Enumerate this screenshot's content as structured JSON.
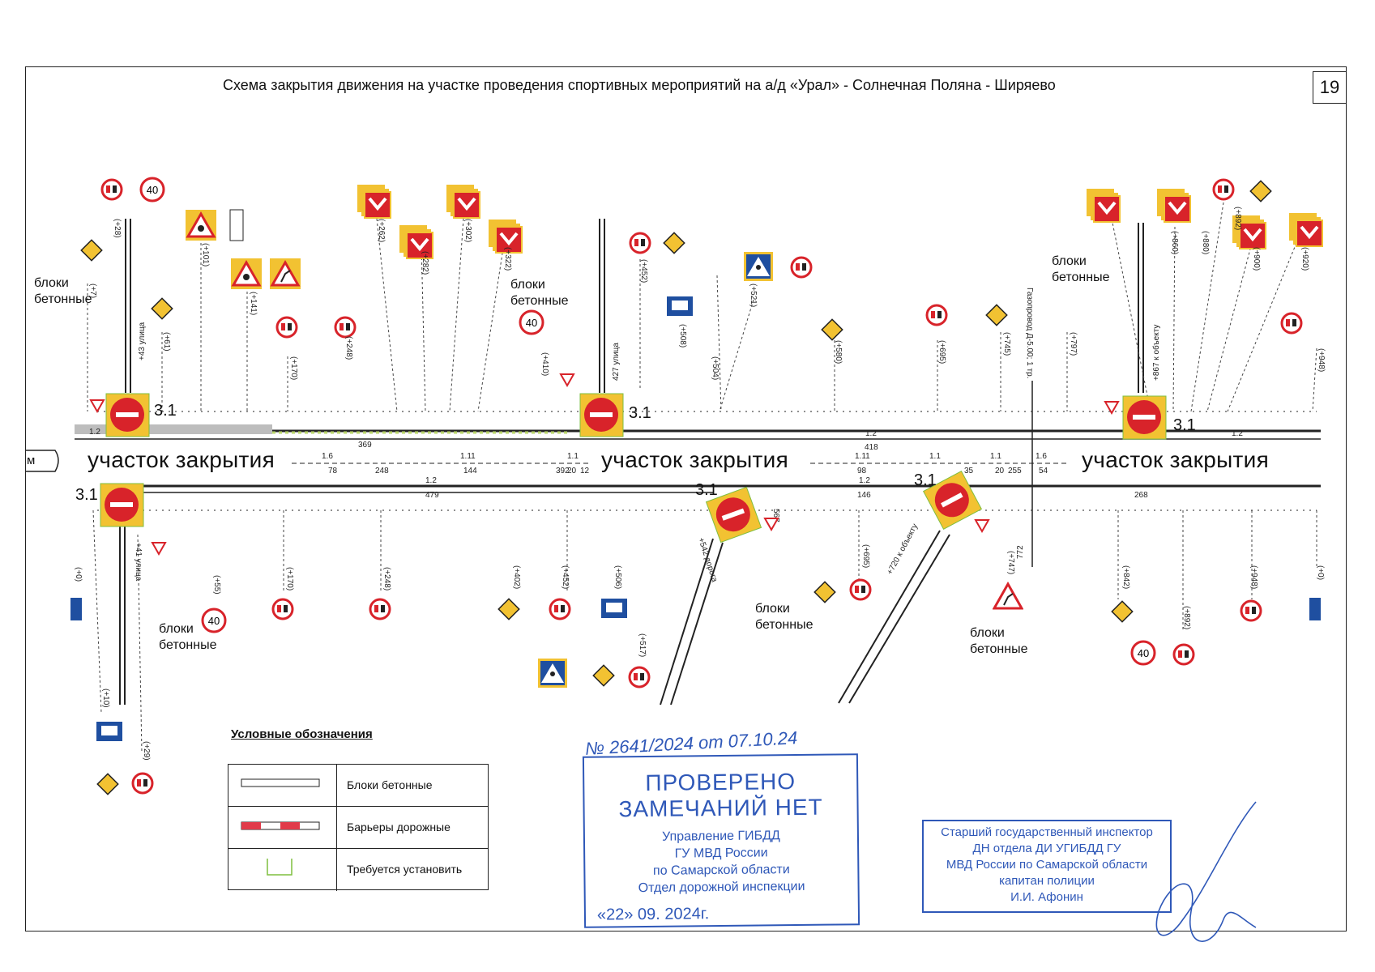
{
  "title": "Схема закрытия движения на участке проведения спортивных мероприятий на а/д  «Урал» - Солнечная Поляна - Ширяево",
  "page_number": "19",
  "closure_zone_label": "участок закрытия",
  "concrete_blocks_label": "блоки\nбетонные",
  "marking_3_1": "3.1",
  "left_edge_label": "м",
  "pipeline_label": "Газопровод Д-5.00; 1 тр.",
  "top_chainages": [
    "(+28)",
    "(+7)",
    "(+61)",
    "(+101)",
    "(+141)",
    "(+170)",
    "(+248)",
    "(+262)",
    "(+282)",
    "(+302)",
    "(+322)",
    "(+410)",
    "(+452)",
    "(+508)",
    "(+504)",
    "(+521)",
    "(+580)",
    "(+695)",
    "(+745)",
    "(+797)",
    "(+860)",
    "(+880)",
    "(+892)",
    "(+900)",
    "(+920)",
    "(+948)",
    "+43  улица",
    "427  улица",
    "+867  к объекту"
  ],
  "bottom_chainages": [
    "(+0)",
    "(+10)",
    "(+29)",
    "(+55)",
    "(+170)",
    "(+248)",
    "(+402)",
    "(+452)",
    "(+506)",
    "(+517)",
    "(+695)",
    "+720 к объекту",
    "(+747)",
    "(+842)",
    "(+892)",
    "(+948)",
    "(+0)",
    "+542  дорога",
    "+41  улица",
    "567",
    "772"
  ],
  "segment_lengths_top": [
    "369",
    "418"
  ],
  "segment_lengths_mid": [
    "78",
    "248",
    "144",
    "392",
    "20",
    "12",
    "98",
    "35",
    "20",
    "255",
    "54"
  ],
  "segment_lengths_bottom": [
    "479",
    "146",
    "268"
  ],
  "marking_codes": [
    "1.2",
    "1.6",
    "1.11",
    "1.1",
    "1.2",
    "1.11",
    "1.1",
    "1.1",
    "1.6",
    "1.2"
  ],
  "sign_codes": [
    "3.20",
    "3.24",
    "2.1",
    "1.23",
    "1.11",
    "8.2.1",
    "1.34.2",
    "2.4",
    "5.19.1",
    "5.19.2",
    "5.16",
    "3.13",
    "6.13"
  ],
  "speed_limit_value": "40",
  "legend": {
    "title": "Условные обозначения",
    "items": [
      "Блоки бетонные",
      "Барьеры дорожные",
      "Требуется установить"
    ]
  },
  "stamp": {
    "ref": "№ 2641/2024 от 07.10.24",
    "line1": "ПРОВЕРЕНО",
    "line2": "ЗАМЕЧАНИЙ НЕТ",
    "org": [
      "Управление ГИБДД",
      "ГУ МВД России",
      "по Самарской области",
      "Отдел дорожной инспекции"
    ],
    "date": "«22»  09.  2024г."
  },
  "inspector": {
    "lines": [
      "Старший государственный инспектор",
      "ДН отдела ДИ УГИБДД ГУ",
      "МВД России по Самарской области",
      "капитан полиции",
      "И.И. Афонин"
    ]
  },
  "colors": {
    "stamp_blue": "#2f58b8",
    "sign_red": "#d8232a",
    "sign_yellow": "#f2c232",
    "sign_blue": "#1f4fa0",
    "install_green": "#7fbf3f"
  }
}
